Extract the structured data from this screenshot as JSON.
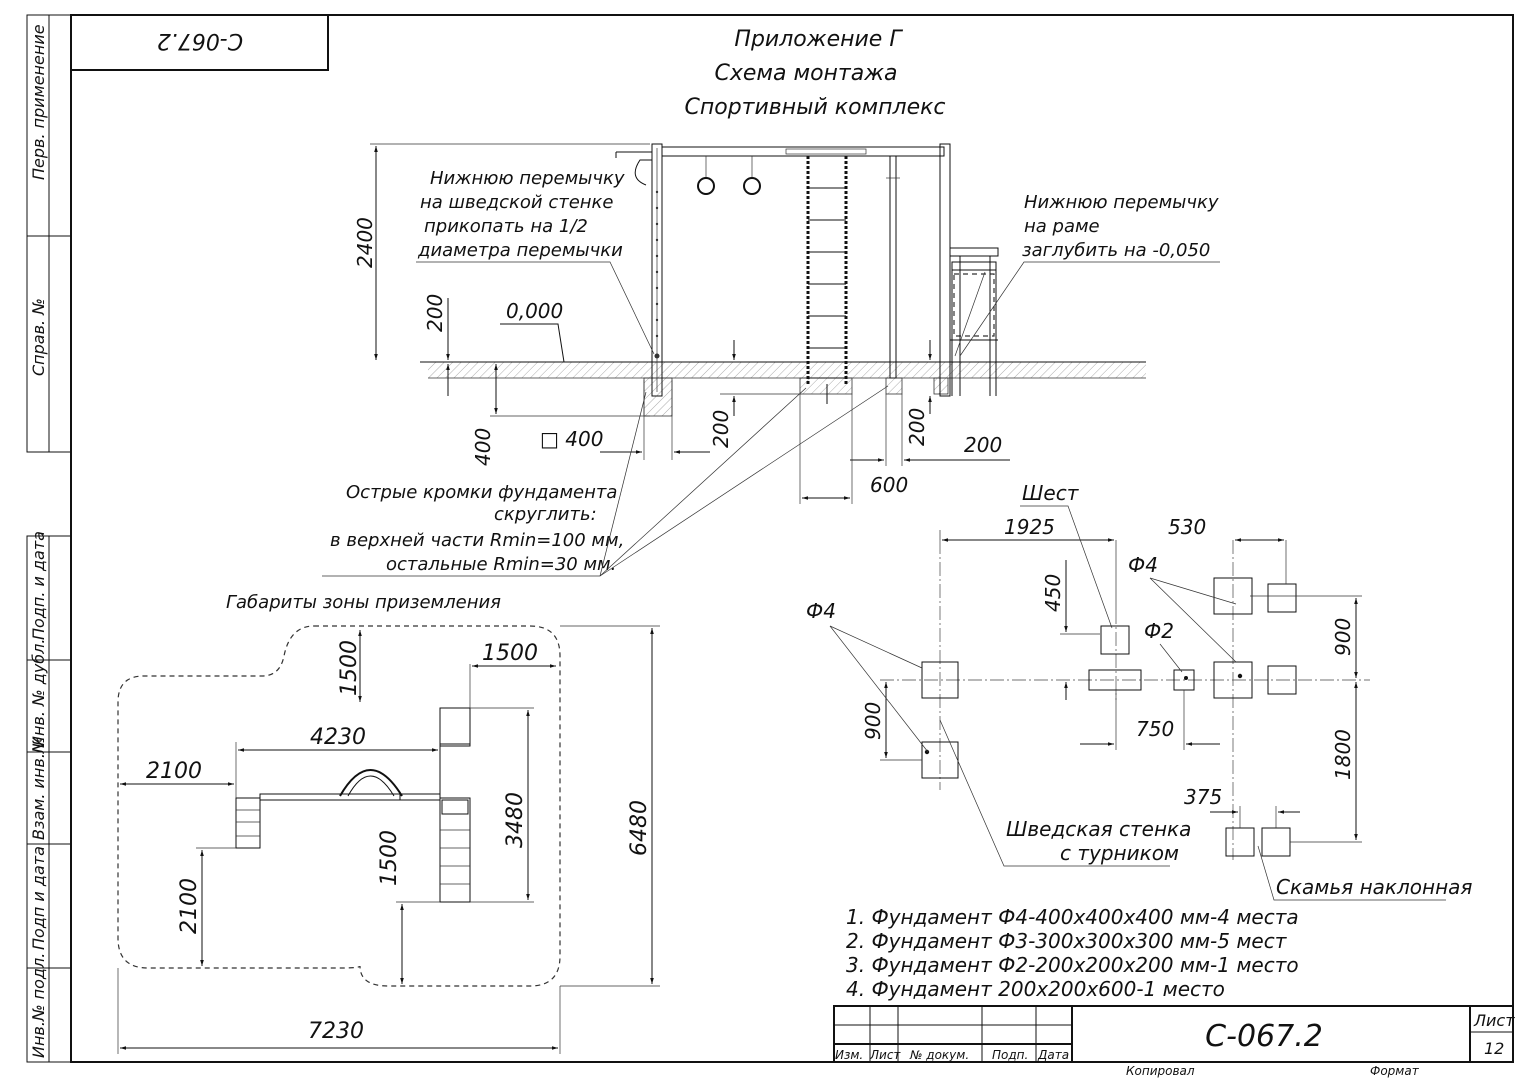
{
  "stamp_rotated": "С-067.2",
  "title": [
    "Приложение Г",
    "Схема монтажа",
    "Спортивный комплекс"
  ],
  "side_columns": {
    "top": [
      "Перв. применение",
      "Справ. №"
    ],
    "bottom": [
      "Подп. и дата",
      "Инв. № дубл.",
      "Взам. инв.№",
      "Подп и дата",
      "Инв.№ подл."
    ]
  },
  "elevation": {
    "note_left": [
      "Нижнюю перемычку",
      "на шведской стенке",
      "прикопать на 1/2",
      "диаметра перемычки"
    ],
    "note_right": [
      "Нижнюю перемычку",
      "на раме",
      "заглубить на -0,050"
    ],
    "level": "0,000",
    "dims": {
      "height": "2400",
      "above": "200",
      "depth": "400",
      "square": "□ 400",
      "d200a": "200",
      "d200b": "200",
      "d200c": "200",
      "d600": "600"
    },
    "note_edges": [
      "Острые кромки фундамента",
      "скруглить:",
      "в верхней части Rmin=100 мм,",
      "остальные Rmin=30 мм."
    ]
  },
  "zone": {
    "title": "Габариты зоны приземления",
    "dims": [
      "1500",
      "1500",
      "4230",
      "2100",
      "3480",
      "1500",
      "2100",
      "6480",
      "7230"
    ]
  },
  "plan": {
    "labels": {
      "pole": "Шест",
      "f4_top": "Ф4",
      "f4_left": "Ф4",
      "f2": "Ф2",
      "wall": [
        "Шведская стенка",
        "с турником"
      ],
      "bench": "Скамья наклонная"
    },
    "dims": [
      "1925",
      "530",
      "450",
      "900",
      "900",
      "750",
      "1800",
      "375"
    ]
  },
  "notes": [
    "1.   Фундамент Ф4-400х400х400 мм-4 места",
    "2.   Фундамент Ф3-300х300х300 мм-5 мест",
    "3.   Фундамент Ф2-200х200х200 мм-1 место",
    "4.   Фундамент 200х200х600-1 место"
  ],
  "titleblock": {
    "cols": [
      "Изм.",
      "Лист",
      "№ докум.",
      "Подп.",
      "Дата"
    ],
    "code": "С-067.2",
    "sheet_label": "Лист",
    "sheet_num": "12",
    "copied": "Копировал",
    "format": "Формат"
  }
}
